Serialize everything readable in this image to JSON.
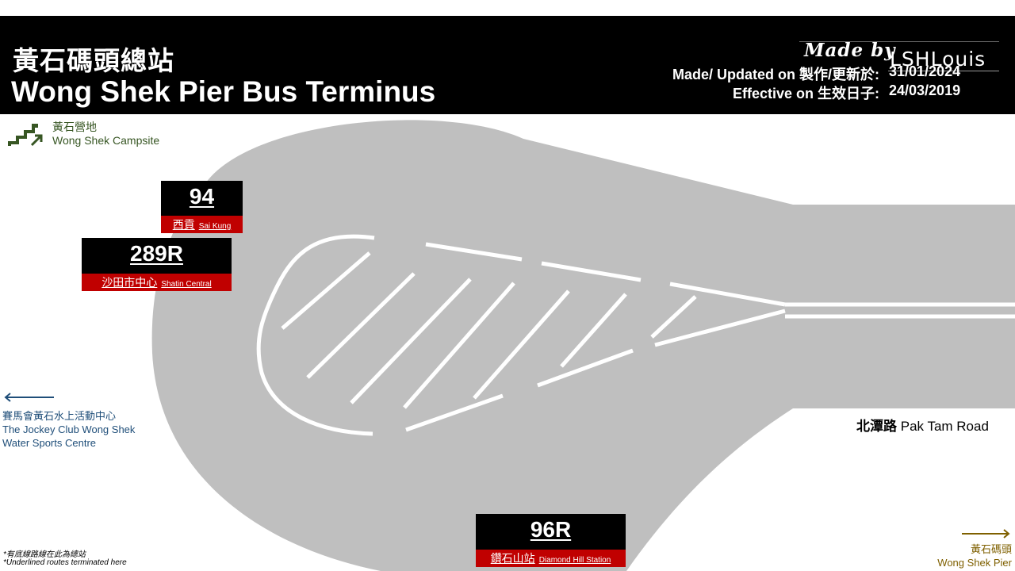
{
  "header": {
    "title_zh": "黃石碼頭總站",
    "title_en": "Wong Shek Pier Bus Terminus",
    "made_by": "Made by",
    "author": "LSHLouis",
    "made_label": "Made/ Updated on 製作/更新於:",
    "made_date": "31/01/2024",
    "effective_label": "Effective on 生效日子:",
    "effective_date": "24/03/2019"
  },
  "routes": [
    {
      "number": "94",
      "dest_zh": "西貢",
      "dest_en": "Sai Kung"
    },
    {
      "number": "289R",
      "dest_zh": "沙田市中心",
      "dest_en": "Shatin Central"
    },
    {
      "number": "96R",
      "dest_zh": "鑽石山站",
      "dest_en": "Diamond Hill Station"
    }
  ],
  "landmarks": {
    "campsite_zh": "黃石營地",
    "campsite_en": "Wong Shek Campsite",
    "watersports_zh": "賽馬會黃石水上活動中心",
    "watersports_en_1": "The Jockey Club Wong Shek",
    "watersports_en_2": "Water Sports Centre",
    "pier_zh": "黃石碼頭",
    "pier_en": "Wong Shek Pier",
    "road_zh": "北潭路",
    "road_en": "Pak Tam Road"
  },
  "footnotes": {
    "zh": "*有底線路線在此為總站",
    "en": "*Underlined routes terminated here"
  },
  "icons": {
    "campsite": "stairs-arrow-icon",
    "watersports": "arrow-left-icon",
    "pier": "arrow-right-icon"
  },
  "colors": {
    "header_bg": "#000000",
    "dest_red": "#c00000",
    "road_gray": "#bfbfbf",
    "campsite_green": "#375623",
    "watersports_blue": "#1f4e79",
    "pier_gold": "#7f6000"
  }
}
